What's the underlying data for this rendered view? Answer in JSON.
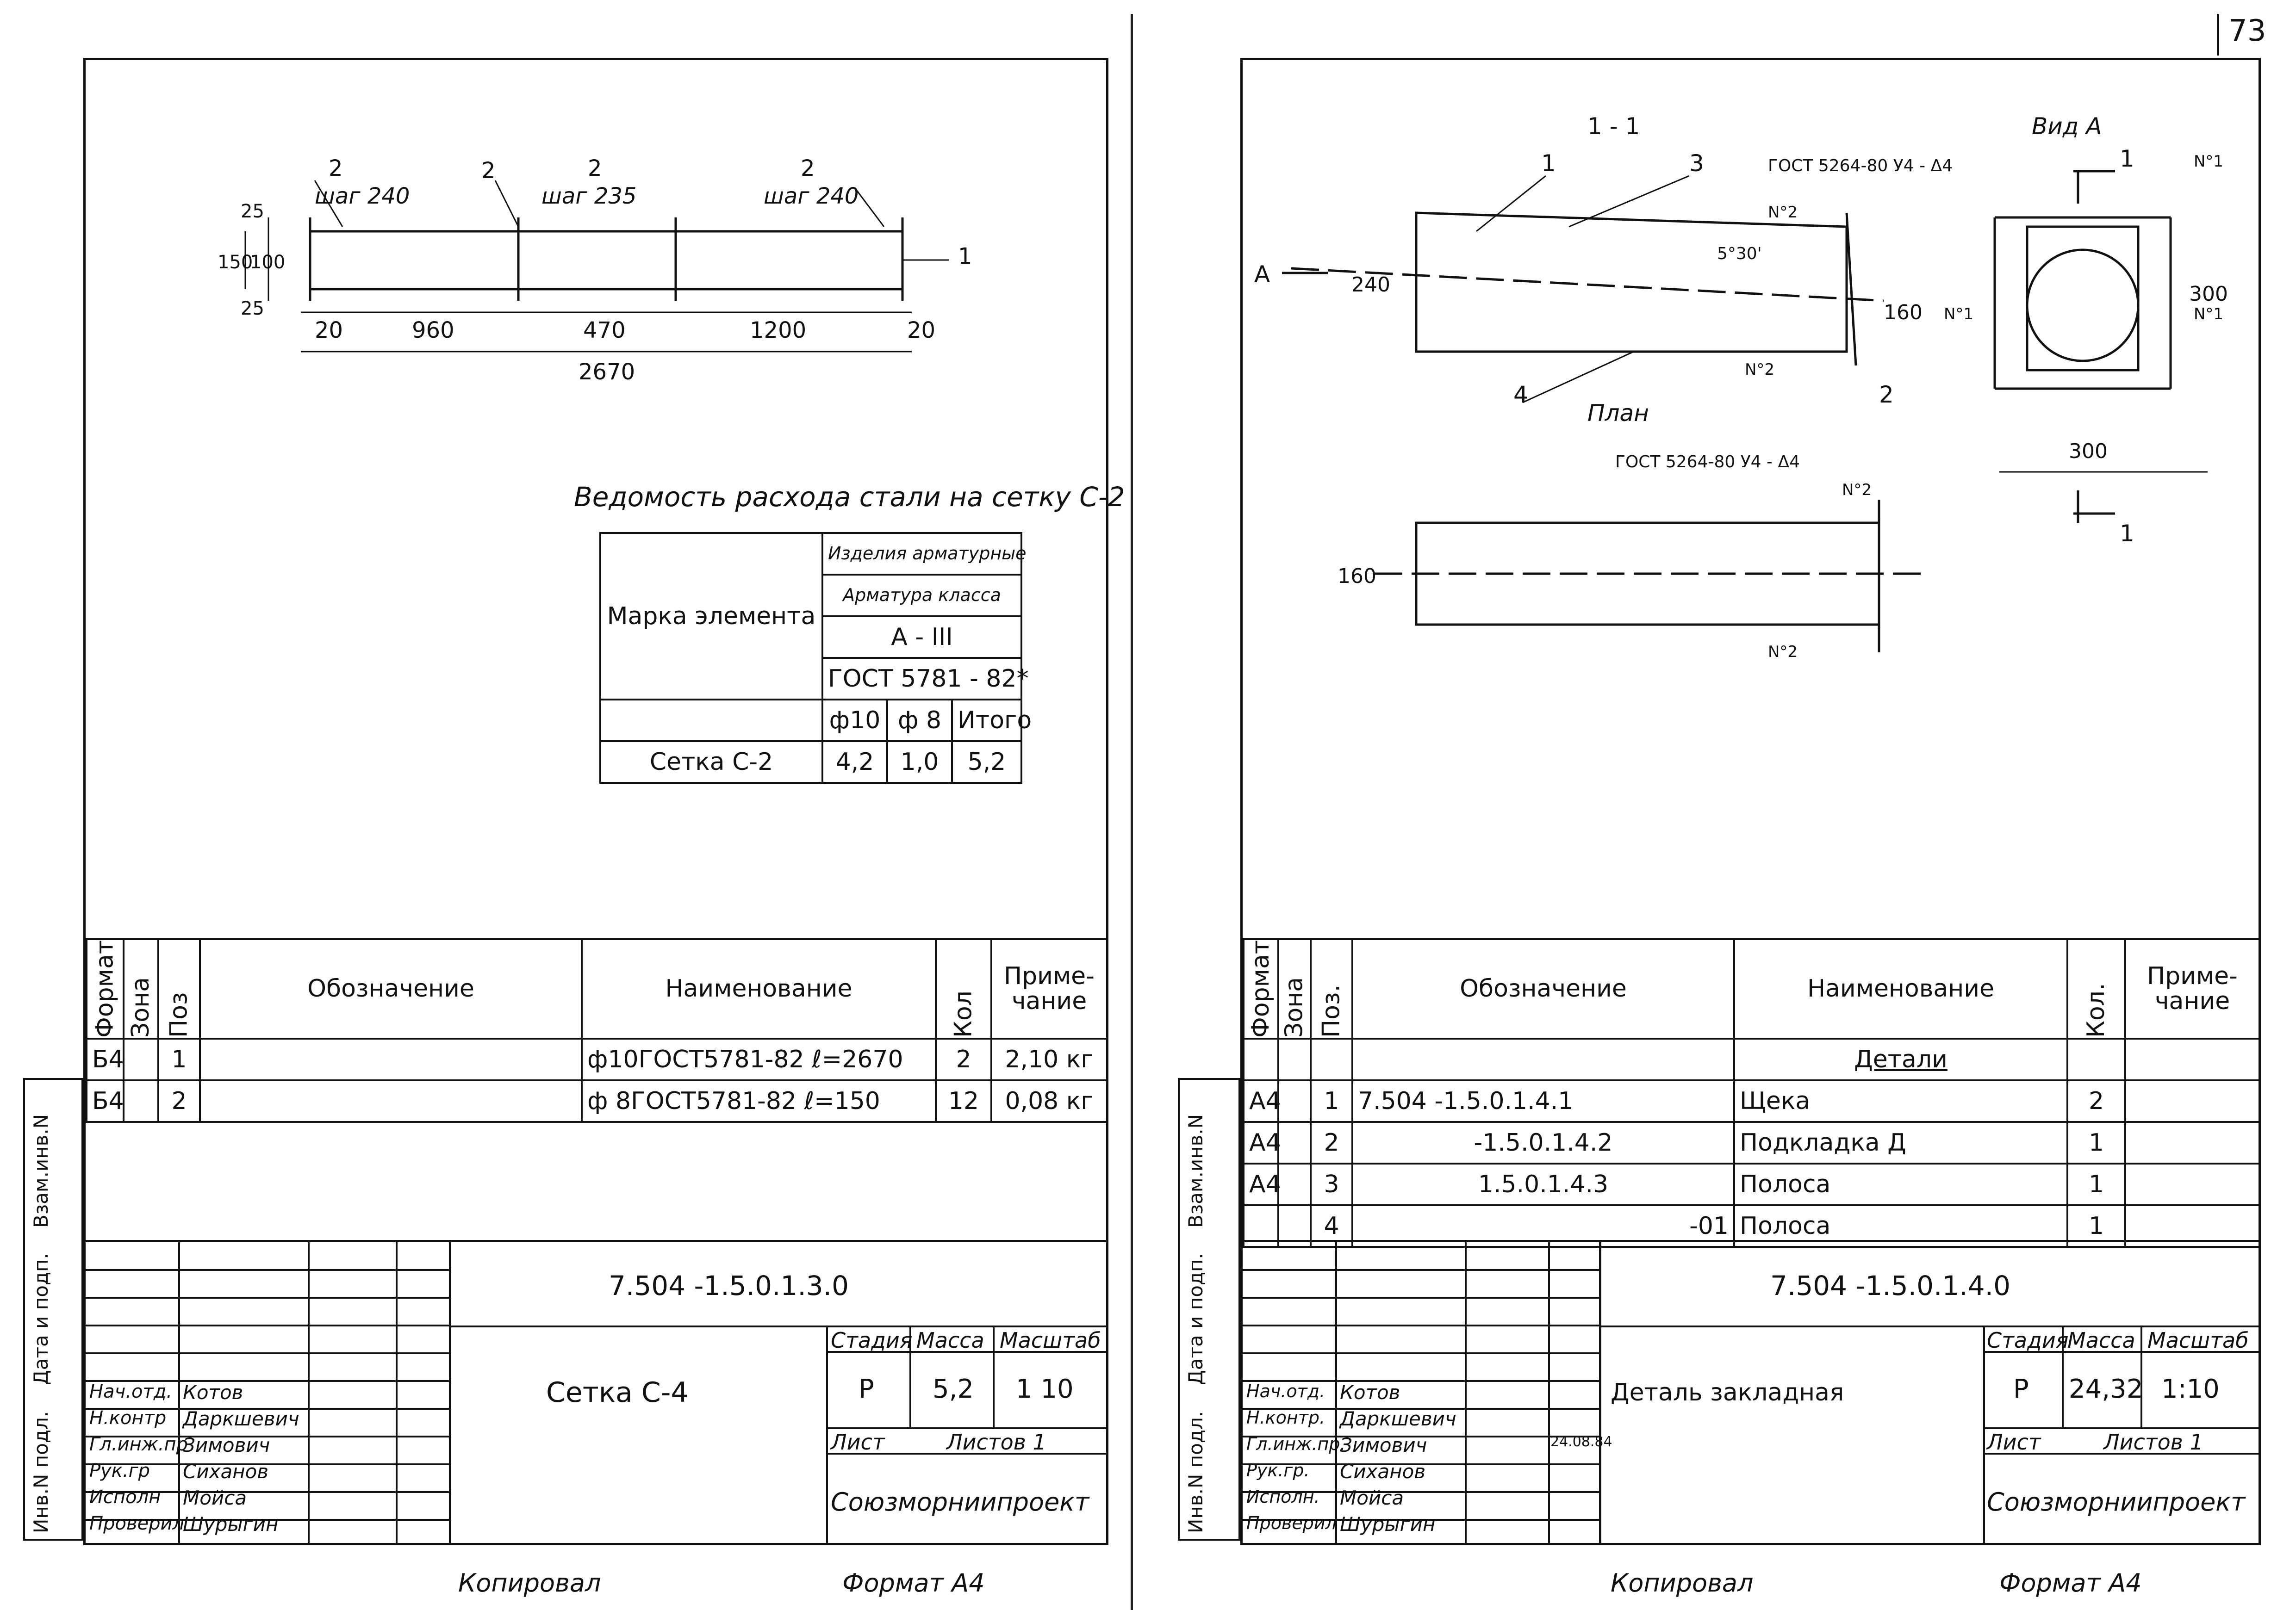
{
  "page_number": "73",
  "footer": {
    "left_copied": "Копировал",
    "left_format": "Формат А4",
    "right_copied": "Копировал",
    "right_format": "Формат А4"
  },
  "left_sheet": {
    "mesh_drawing": {
      "labels": [
        "2",
        "2",
        "2",
        "2",
        "1"
      ],
      "steps": [
        "шаг 240",
        "шаг 235",
        "шаг 240"
      ],
      "dims_top": [
        "25",
        "100",
        "150",
        "25"
      ],
      "dims_bottom": [
        "20",
        "960",
        "470",
        "1200",
        "20"
      ],
      "total": "2670"
    },
    "statement_title": "Ведомость расхода стали на сетку С-2",
    "steel_table": {
      "element_header": "Марка элемента",
      "group": "Изделия арматурные",
      "rebar_class": "Арматура класса",
      "class_value": "А - III",
      "gost": "ГОСТ 5781 - 82*",
      "cols": [
        "ф10",
        "ф 8",
        "Итого"
      ],
      "row_label": "Сетка С-2",
      "row_values": [
        "4,2",
        "1,0",
        "5,2"
      ]
    },
    "spec": {
      "headers": [
        "Формат",
        "Зона",
        "Поз",
        "Обозначение",
        "Наименование",
        "Кол",
        "Приме-чание"
      ],
      "rows": [
        {
          "format": "Б4",
          "zone": "",
          "pos": "1",
          "designation": "",
          "name": "ф10ГОСТ5781-82 ℓ=2670",
          "qty": "2",
          "note": "2,10 кг"
        },
        {
          "format": "Б4",
          "zone": "",
          "pos": "2",
          "designation": "",
          "name": "ф 8ГОСТ5781-82 ℓ=150",
          "qty": "12",
          "note": "0,08 кг"
        }
      ]
    },
    "side_labels": [
      "Взам.инв.N",
      "Дата и подп.",
      "Инв.N подл."
    ],
    "title_block": {
      "code": "7.504     -1.5.0.1.3.0",
      "roles": [
        "Нач.отд.",
        "Н.контр",
        "Гл.инж.пр",
        "Рук.гр",
        "Исполн",
        "Проверил"
      ],
      "names": [
        "Котов",
        "Даркшевич",
        "Зимович",
        "Сиханов",
        "Мойса",
        "Шурыгин"
      ],
      "title": "Сетка С-4",
      "stage_label": "Стадия",
      "mass_label": "Масса",
      "scale_label": "Масштаб",
      "stage": "Р",
      "mass": "5,2",
      "scale": "1 10",
      "sheet_label": "Лист",
      "sheets_label": "Листов 1",
      "org": "Союзморниипроект"
    }
  },
  "right_sheet": {
    "drawing": {
      "section_title": "1 - 1",
      "view_title": "Вид А",
      "plan_title": "План",
      "gost_weld_top": "ГОСТ 5264-80 У4 - Δ4",
      "gost_weld_plan": "ГОСТ 5264-80 У4 - Δ4",
      "labels": [
        "1",
        "3",
        "2",
        "4",
        "А",
        "1",
        "1"
      ],
      "n_marks": [
        "N°2",
        "N°2",
        "N°1",
        "N°1",
        "N°1",
        "N°2",
        "N°2"
      ],
      "dims": [
        "240",
        "160",
        "5°30'",
        "300",
        "300",
        "160"
      ]
    },
    "spec": {
      "headers": [
        "Формат",
        "Зона",
        "Поз.",
        "Обозначение",
        "Наименование",
        "Кол.",
        "Приме-чание"
      ],
      "section": "Детали",
      "rows": [
        {
          "format": "А4",
          "pos": "1",
          "designation": "7.504     -1.5.0.1.4.1",
          "name": "Щека",
          "qty": "2"
        },
        {
          "format": "А4",
          "pos": "2",
          "designation": "-1.5.0.1.4.2",
          "name": "Подкладка Д",
          "qty": "1"
        },
        {
          "format": "А4",
          "pos": "3",
          "designation": "1.5.0.1.4.3",
          "name": "Полоса",
          "qty": "1"
        },
        {
          "format": "",
          "pos": "4",
          "designation": "-01",
          "name": "Полоса",
          "qty": "1"
        }
      ]
    },
    "side_labels": [
      "Взам.инв.N",
      "Дата и подп.",
      "Инв.N подл."
    ],
    "title_block": {
      "code": "7.504     -1.5.0.1.4.0",
      "roles": [
        "Нач.отд.",
        "Н.контр.",
        "Гл.инж.пр.",
        "Рук.гр.",
        "Исполн.",
        "Проверил"
      ],
      "names": [
        "Котов",
        "Даркшевич",
        "Зимович",
        "Сиханов",
        "Мойса",
        "Шурыгин"
      ],
      "date": "24.08.84",
      "title": "Деталь закладная",
      "stage_label": "Стадия",
      "mass_label": "Масса",
      "scale_label": "Масштаб",
      "stage": "Р",
      "mass": "24,32",
      "scale": "1:10",
      "sheet_label": "Лист",
      "sheets_label": "Листов 1",
      "org": "Союзморниипроект"
    }
  }
}
